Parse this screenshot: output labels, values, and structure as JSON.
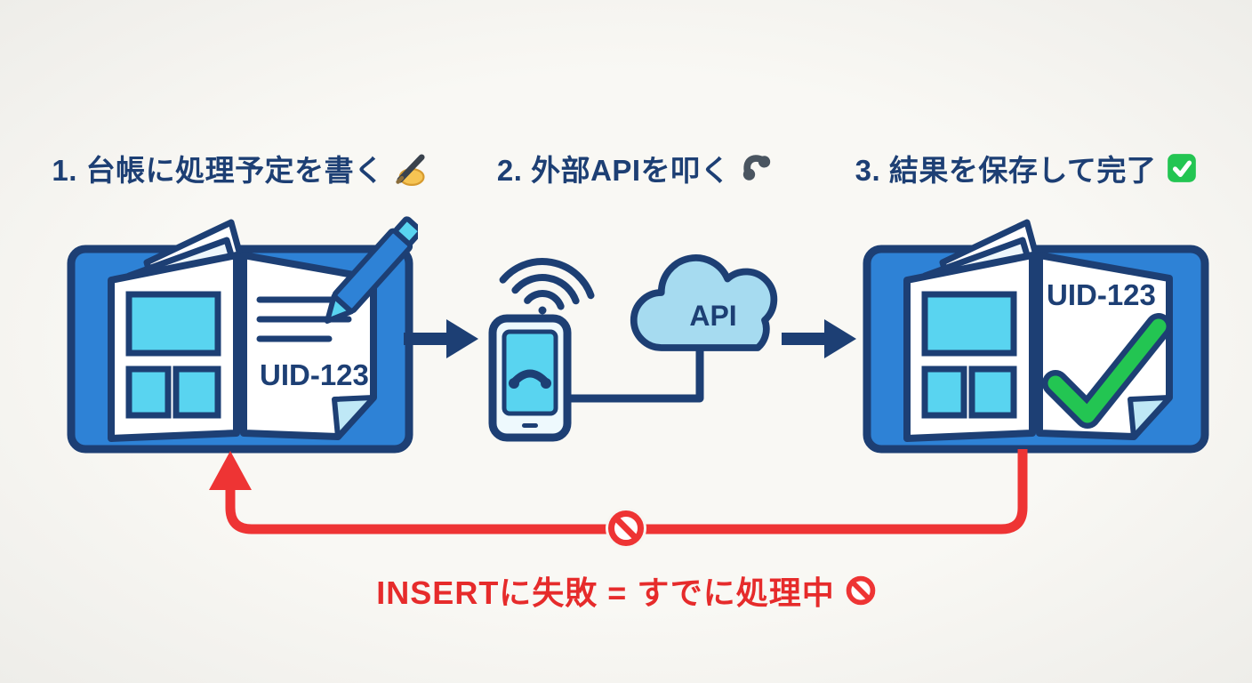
{
  "background": "#f7f6f2",
  "colors": {
    "navy": "#1d3f74",
    "blue": "#2e82d6",
    "cyan": "#59d4f0",
    "light_blue": "#a6dbf0",
    "white": "#ffffff",
    "red": "#ee3434",
    "green": "#23c552",
    "phone_gray": "#4a5560",
    "hand_gold": "#f6c453"
  },
  "steps": [
    {
      "label": "1. 台帳に処理予定を書く",
      "icon": "writing-hand",
      "icon_glyph": "✍️",
      "ledger_uid": "UID-123"
    },
    {
      "label": "2. 外部APIを叩く",
      "icon": "telephone-receiver",
      "icon_glyph": "📞",
      "cloud_label": "API"
    },
    {
      "label": "3. 結果を保存して完了",
      "icon": "check-mark-button",
      "icon_glyph": "✅",
      "ledger_uid": "UID-123"
    }
  ],
  "failure_note": {
    "text": "INSERTに失敗 = すでに処理中",
    "icon": "prohibited",
    "icon_glyph": "🚫"
  }
}
